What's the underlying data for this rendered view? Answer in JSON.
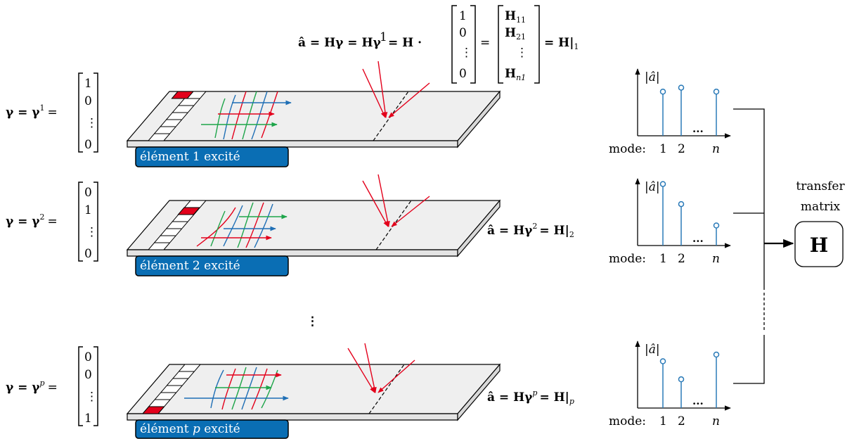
{
  "top_equation": {
    "lhs": "â = Hγ = Hγ",
    "sup": "1",
    "mid": "= H ·",
    "vector_entries": [
      "1",
      "0",
      "⋮",
      "0"
    ],
    "eq": "=",
    "H_entries": [
      {
        "base": "H",
        "sub": "11"
      },
      {
        "base": "H",
        "sub": "21"
      },
      {
        "base": "⋮",
        "sub": ""
      },
      {
        "base": "H",
        "sub": "n1"
      }
    ],
    "result": "= H|",
    "result_sub": "1"
  },
  "rows": [
    {
      "gamma_lhs": "γ = γ",
      "gamma_sup": "1",
      "gamma_eq": "=",
      "vector": [
        "1",
        "0",
        "⋮",
        "0"
      ],
      "label_prefix": "élément 1 excité",
      "label_var": "",
      "label_suffix": "",
      "equation": "",
      "equation_sup": "",
      "equation_rhs": "",
      "equation_sub": ""
    },
    {
      "gamma_lhs": "γ = γ",
      "gamma_sup": "2",
      "gamma_eq": "=",
      "vector": [
        "0",
        "1",
        "⋮",
        "0"
      ],
      "label_prefix": "élément 2 excité",
      "label_var": "",
      "label_suffix": "",
      "equation": "â = Hγ",
      "equation_sup": "2",
      "equation_rhs": "= H|",
      "equation_sub": "2"
    },
    {
      "gamma_lhs": "γ = γ",
      "gamma_sup": "p",
      "gamma_eq": "=",
      "vector": [
        "0",
        "0",
        "⋮",
        "1"
      ],
      "label_prefix": "élément ",
      "label_var": "p",
      "label_suffix": " excité",
      "equation": "â = Hγ",
      "equation_sup": "p",
      "equation_rhs": "= H|",
      "equation_sub": "p"
    }
  ],
  "vdots": "⋮",
  "stem_plots": [
    {
      "ylabel": "|â|",
      "xlabel_prefix": "mode:",
      "ticks": [
        "1",
        "2",
        "...",
        "n"
      ],
      "values": [
        0.66,
        0.72,
        0.66
      ]
    },
    {
      "ylabel": "|â|",
      "xlabel_prefix": "mode:",
      "ticks": [
        "1",
        "2",
        "...",
        "n"
      ],
      "values": [
        0.92,
        0.62,
        0.3
      ]
    },
    {
      "ylabel": "|â|",
      "xlabel_prefix": "mode:",
      "ticks": [
        "1",
        "2",
        "...",
        "n"
      ],
      "values": [
        0.7,
        0.43,
        0.8
      ]
    }
  ],
  "transfer": {
    "line1": "transfer",
    "line2": "matrix",
    "symbol": "H"
  },
  "colors": {
    "excited_element": "#e3001b",
    "label_box": "#0a6eb4",
    "stem": "#2a7ab8",
    "wave_red": "#e3001b",
    "wave_green": "#1ea54a",
    "wave_blue": "#1f6fb5",
    "plate_fill": "#efefef"
  }
}
